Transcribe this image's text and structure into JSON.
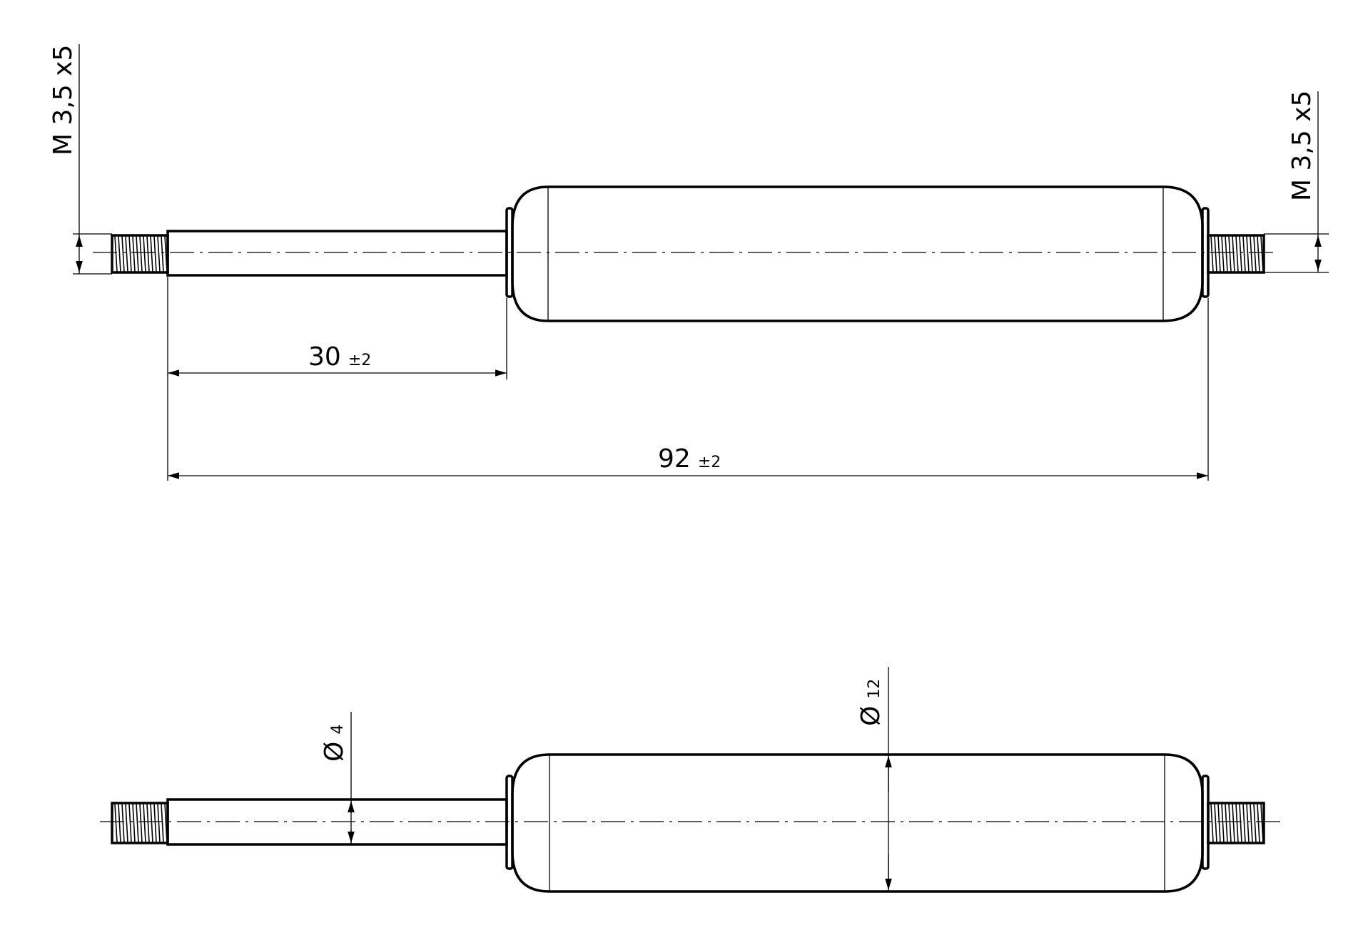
{
  "thread_left": {
    "thread": "M 3,5",
    "length": "x5"
  },
  "thread_right": {
    "thread": "M 3,5",
    "length": "x5"
  },
  "stroke_dim": {
    "value": "30",
    "tol": "±2"
  },
  "length_dim": {
    "value": "92",
    "tol": "±2"
  },
  "rod_dia": {
    "symbol": "Ø",
    "value": "4"
  },
  "tube_dia": {
    "symbol": "Ø",
    "value": "12"
  }
}
